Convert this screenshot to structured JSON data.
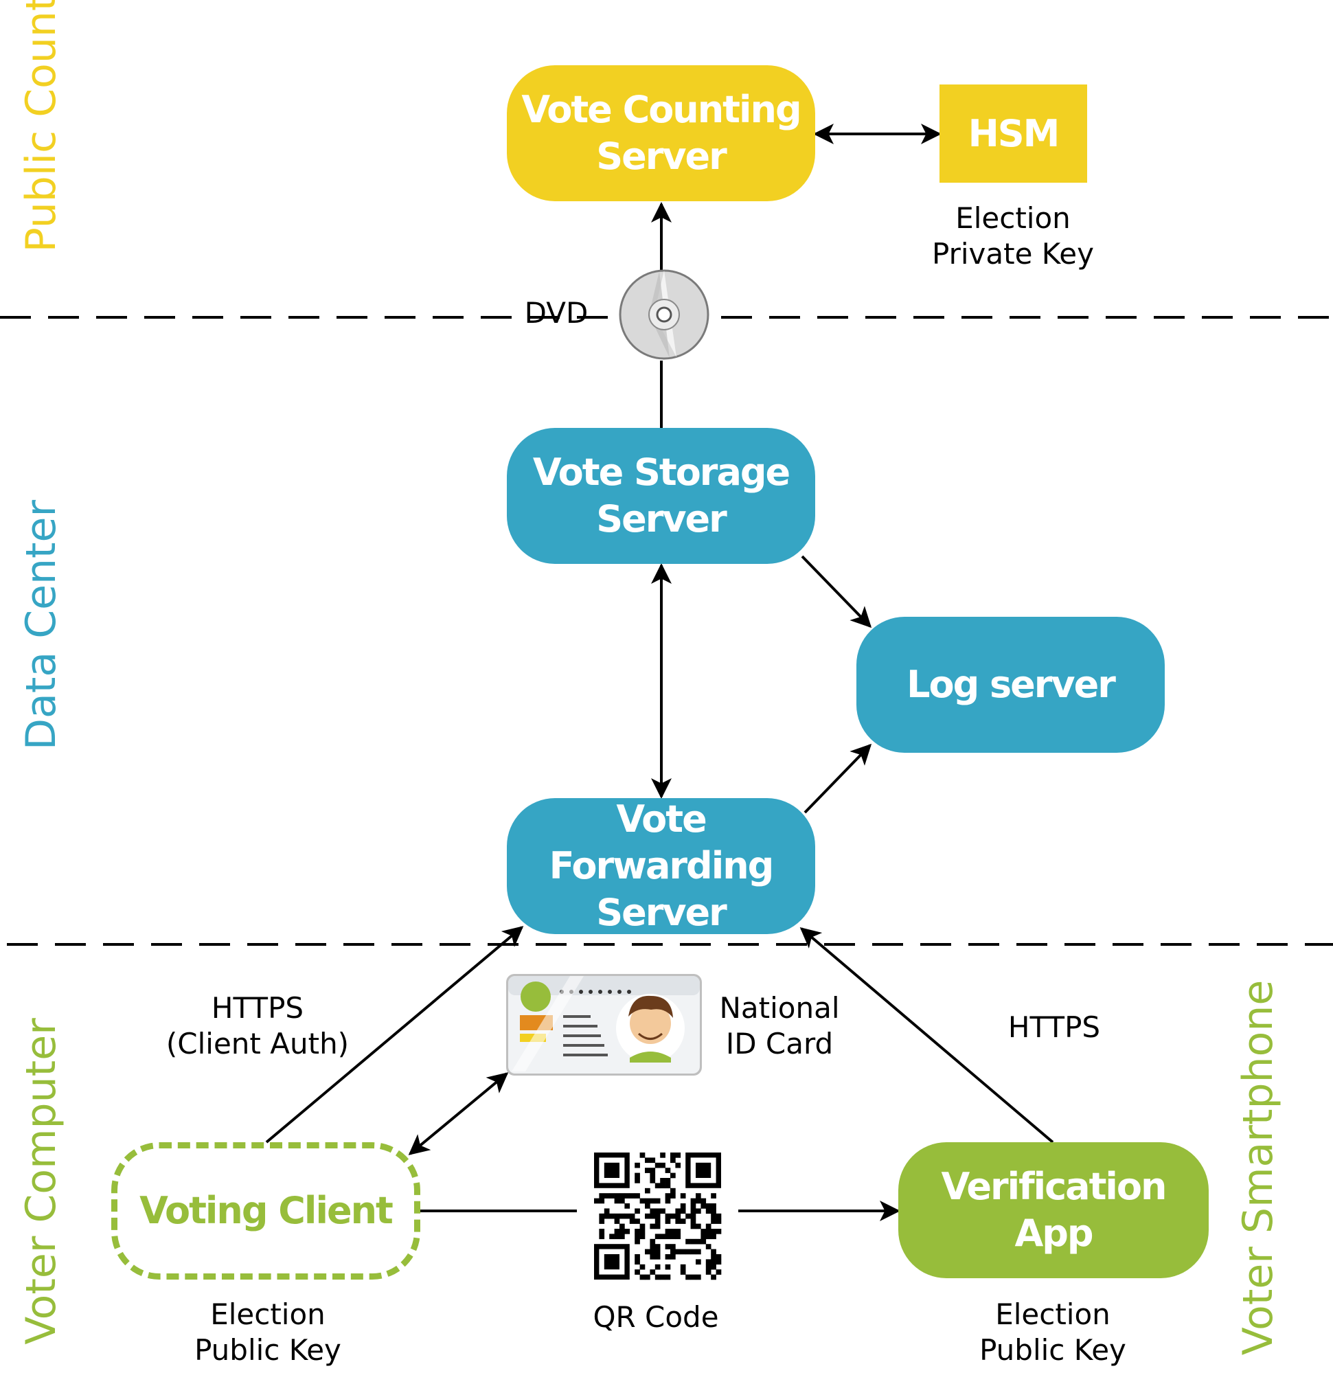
{
  "zones": {
    "public_count": "Public Count",
    "data_center": "Data Center",
    "voter_computer": "Voter Computer",
    "voter_smartphone": "Voter Smartphone"
  },
  "nodes": {
    "vote_counting_server": "Vote Counting\nServer",
    "hsm": "HSM",
    "vote_storage_server": "Vote Storage\nServer",
    "log_server": "Log server",
    "vote_forwarding_server": "Vote Forwarding\nServer",
    "voting_client": "Voting Client",
    "verification_app": "Verification App"
  },
  "captions": {
    "election_private_key": "Election\nPrivate Key",
    "dvd": "DVD",
    "https_client_auth": "HTTPS\n(Client Auth)",
    "national_id_card": "National\nID Card",
    "https": "HTTPS",
    "election_public_key_client": "Election\nPublic Key",
    "qr_code": "QR Code",
    "election_public_key_app": "Election\nPublic Key"
  },
  "colors": {
    "yellow": "#F2D022",
    "blue": "#36A5C4",
    "green": "#97BD3B",
    "black": "#000000"
  },
  "icons": {
    "dvd": "dvd-disc-icon",
    "id_card": "national-id-card-icon",
    "qr": "qr-code-icon"
  }
}
